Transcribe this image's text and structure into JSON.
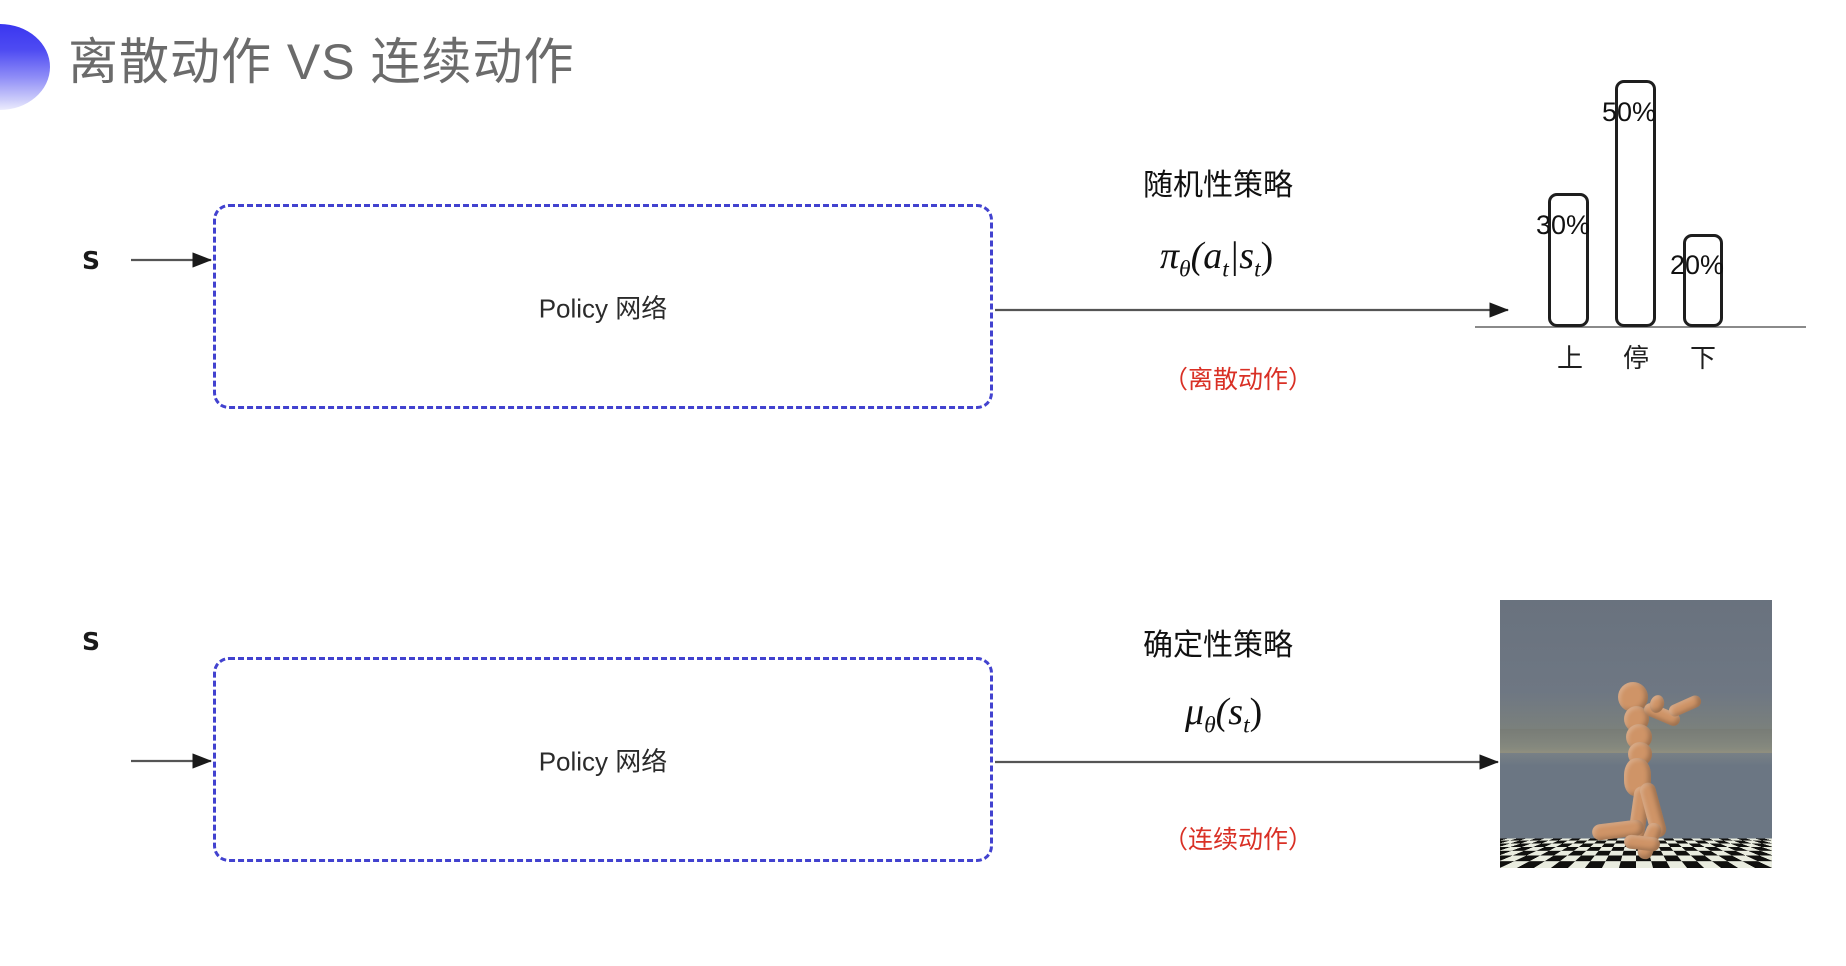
{
  "slide": {
    "title": "离散动作 VS 连续动作",
    "accent_color": "#3a36f0",
    "title_color": "#6b6b6b",
    "note_color": "#d93025",
    "box_border_color": "#4242cf"
  },
  "rows": [
    {
      "id": "discrete",
      "state_label": "S",
      "box_label": "Policy 网络",
      "policy_heading": "随机性策略",
      "formula_main": "π",
      "formula_sub": "θ",
      "formula_args": "(a",
      "formula_arg_sub_1": "t",
      "formula_bar": "|s",
      "formula_arg_sub_2": "t",
      "formula_close": ")",
      "formula_plain": "π_θ(a_t|s_t)",
      "note": "（离散动作）"
    },
    {
      "id": "continuous",
      "state_label": "S",
      "box_label": "Policy 网络",
      "policy_heading": "确定性策略",
      "formula_main": "μ",
      "formula_sub": "θ",
      "formula_args": "(s",
      "formula_arg_sub_1": "t",
      "formula_close": ")",
      "formula_plain": "μ_θ(s_t)",
      "note": "（连续动作）"
    }
  ],
  "chart_data": {
    "type": "bar",
    "title": "",
    "xlabel": "",
    "ylabel": "",
    "categories": [
      "上",
      "停",
      "下"
    ],
    "values": [
      30,
      50,
      20
    ],
    "value_labels": [
      "30%",
      "50%",
      "20%"
    ],
    "ylim": [
      0,
      60
    ],
    "grid": false,
    "legend": "none",
    "bar_fill": "#ffffff",
    "bar_stroke": "#1e1e1e"
  },
  "sim": {
    "caption": "",
    "sky_color": "#6b7683",
    "floor_light": "#e9ecdf",
    "floor_dark": "#10100e",
    "body_color": "#cf9467"
  }
}
